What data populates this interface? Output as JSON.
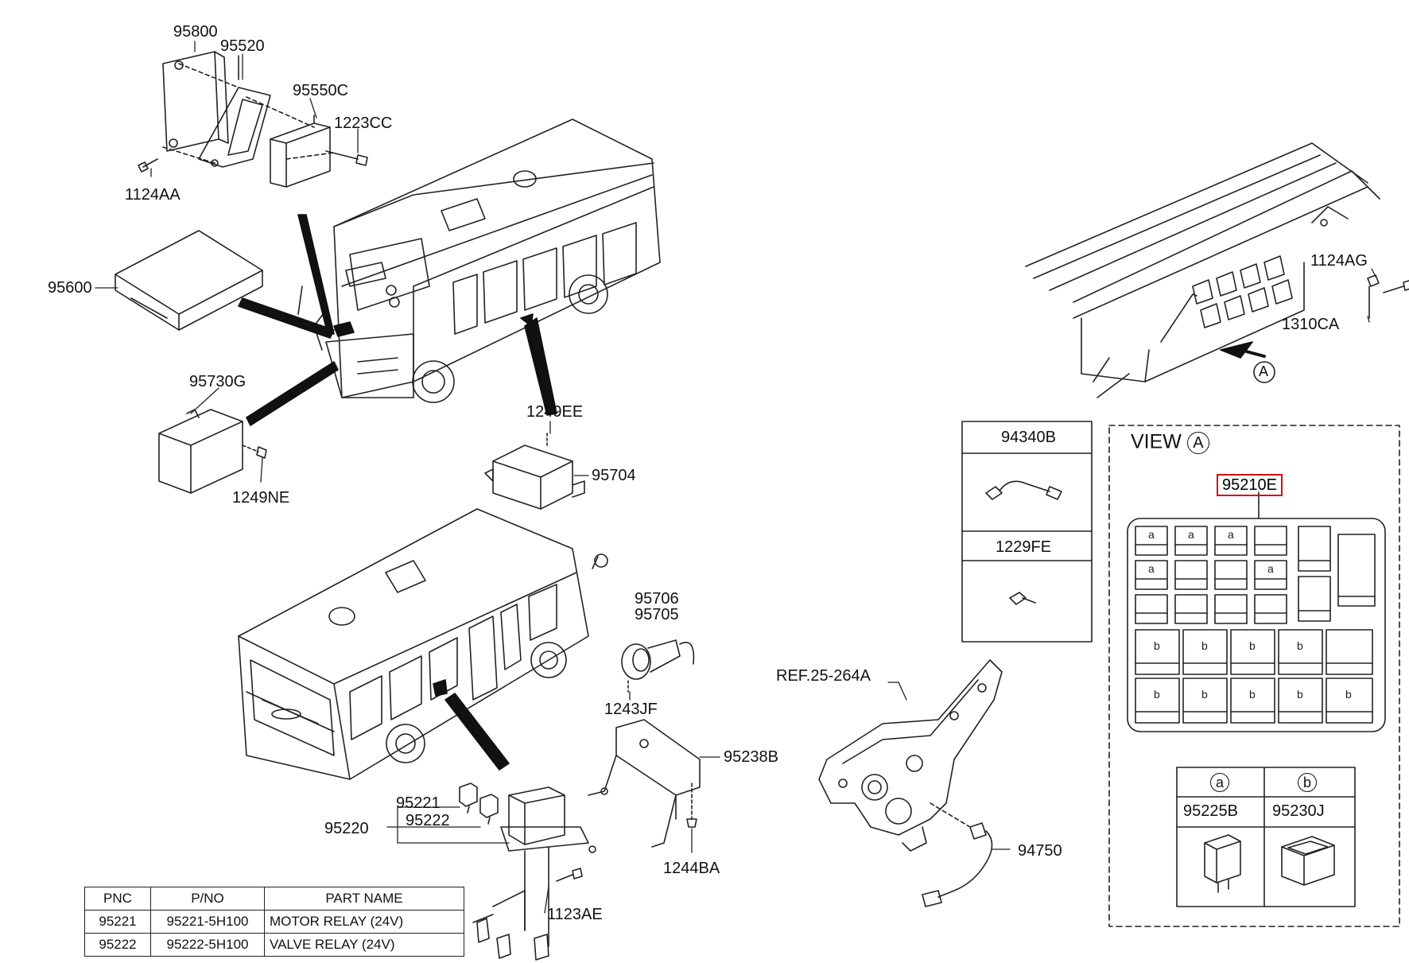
{
  "labels": {
    "p95800": "95800",
    "p95520": "95520",
    "p95550C": "95550C",
    "p1223CC": "1223CC",
    "p1124AA": "1124AA",
    "p95600": "95600",
    "p95730G": "95730G",
    "p1249NE": "1249NE",
    "p1249EE": "1249EE",
    "p95704": "95704",
    "p95706": "95706",
    "p95705": "95705",
    "p1243JF": "1243JF",
    "p95238B": "95238B",
    "p95221": "95221",
    "p95222": "95222",
    "p95220": "95220",
    "p1244BA": "1244BA",
    "p1123AE": "1123AE",
    "ref25": "REF.25-264A",
    "p94750": "94750",
    "p1124AG": "1124AG",
    "p1310CA": "1310CA",
    "viewA_marker": "A"
  },
  "inset_parts": {
    "top_label": "94340B",
    "bottom_label": "1229FE"
  },
  "view_a": {
    "title": "VIEW",
    "circle": "A",
    "fuse_box_pnc": "95210E",
    "cell_a": "a",
    "cell_b": "b"
  },
  "relay_legend": {
    "a_symbol": "a",
    "b_symbol": "b",
    "a_part": "95225B",
    "b_part": "95230J"
  },
  "parts_table": {
    "headers": [
      "PNC",
      "P/NO",
      "PART NAME"
    ],
    "rows": [
      [
        "95221",
        "95221-5H100",
        "MOTOR RELAY (24V)"
      ],
      [
        "95222",
        "95222-5H100",
        "VALVE RELAY (24V)"
      ]
    ]
  }
}
